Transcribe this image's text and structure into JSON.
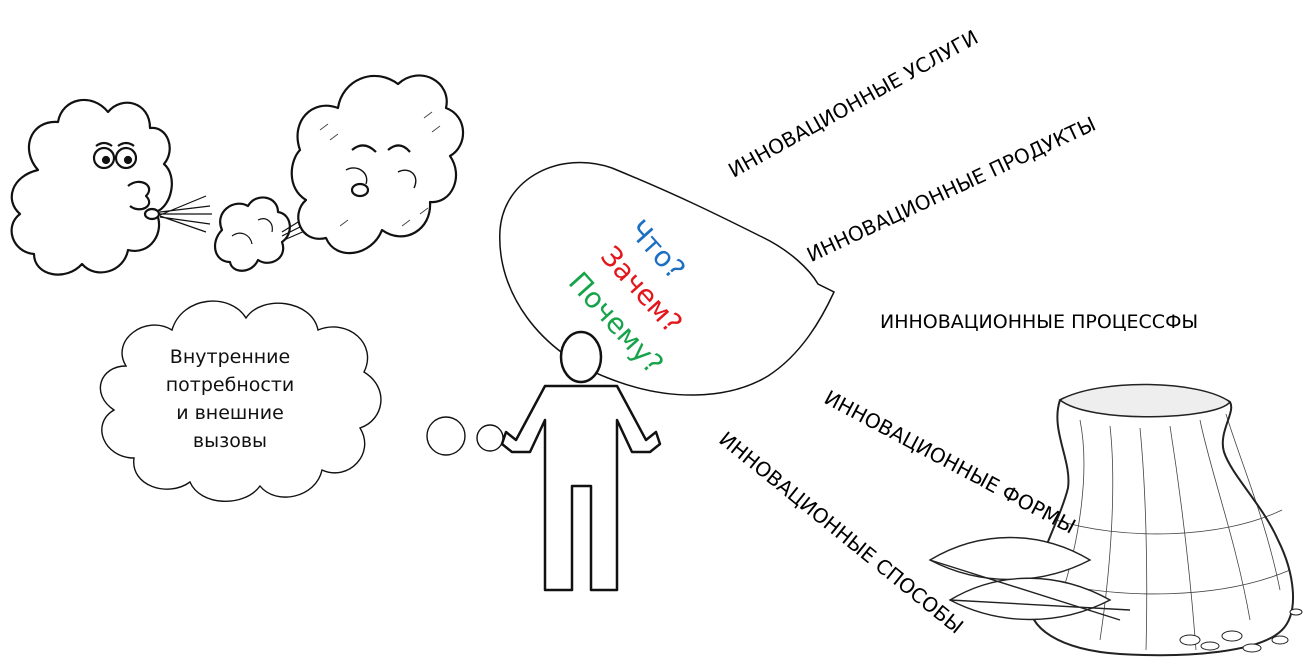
{
  "colors": {
    "q_what": "#1c6fc1",
    "q_why": "#e4161c",
    "q_because": "#16a34a",
    "ink": "#000000"
  },
  "thought": {
    "lines": [
      "Внутренние",
      "потребности",
      "и внешние",
      "вызовы"
    ]
  },
  "speech": {
    "q1": "Что?",
    "q2": "Зачем?",
    "q3": "Почему?"
  },
  "labels": {
    "services": "ИННОВАЦИОННЫЕ УСЛУГИ",
    "products": "ИННОВАЦИОННЫЕ ПРОДУКТЫ",
    "processes": "ИННОВАЦИОННЫЕ ПРОЦЕССФЫ",
    "forms": "ИННОВАЦИОННЫЕ ФОРМЫ",
    "methods": "ИННОВАЦИОННЫЕ СПОСОБЫ"
  },
  "images": {
    "clouds": "two-clouds-blowing-illustration",
    "person": "person-shrugging-icon",
    "sack": "grain-sack-illustration"
  }
}
